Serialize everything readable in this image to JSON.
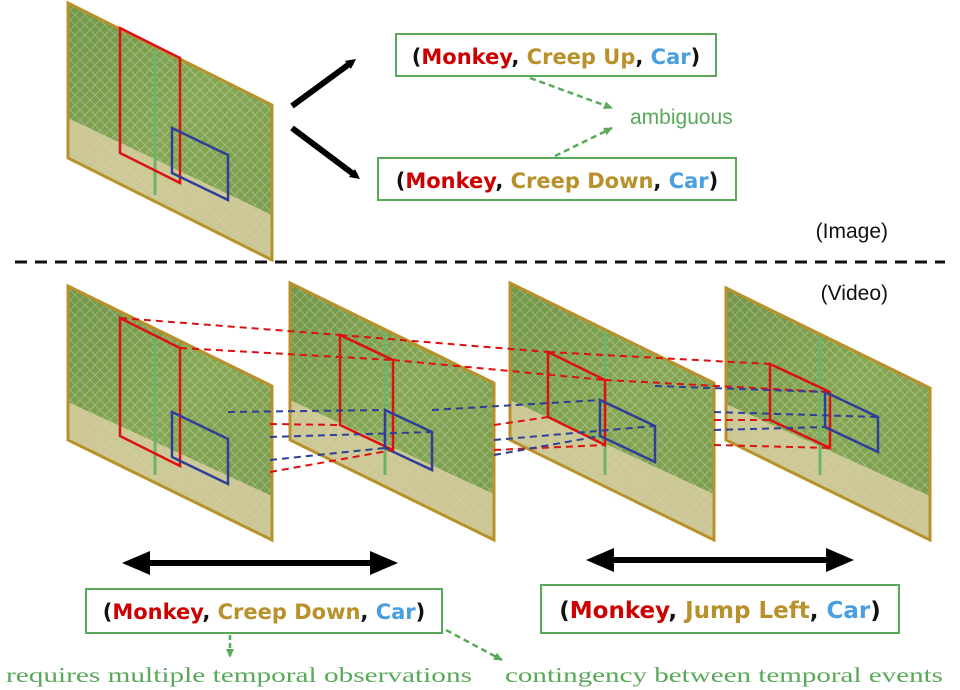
{
  "colors": {
    "subject": "#cc0000",
    "predicate": "#b8912a",
    "object": "#4a9fe0",
    "paren": "#111111",
    "note": "#5aa85a",
    "box_border": "#5aa85a",
    "frame_border": "#b8912a",
    "track_red": "#dd1111",
    "track_blue": "#2d3f99"
  },
  "image_section": {
    "label": "(Image)",
    "triplet_up": {
      "open": "(",
      "subject": "Monkey",
      "sep1": ", ",
      "predicate": "Creep Up",
      "sep2": ", ",
      "object": "Car",
      "close": ")"
    },
    "triplet_down": {
      "open": "(",
      "subject": "Monkey",
      "sep1": ", ",
      "predicate": "Creep Down",
      "sep2": ", ",
      "object": "Car",
      "close": ")"
    },
    "ambiguous_label": "ambiguous"
  },
  "video_section": {
    "label": "(Video)",
    "triplet_left": {
      "open": "(",
      "subject": "Monkey",
      "sep1": ", ",
      "predicate": "Creep Down",
      "sep2": ", ",
      "object": "Car",
      "close": ")"
    },
    "triplet_right": {
      "open": "(",
      "subject": "Monkey",
      "sep1": ", ",
      "predicate": "Jump Left",
      "sep2": ", ",
      "object": "Car",
      "close": ")"
    },
    "note_left": "requires multiple temporal observations",
    "note_right": "contingency between temporal events"
  }
}
